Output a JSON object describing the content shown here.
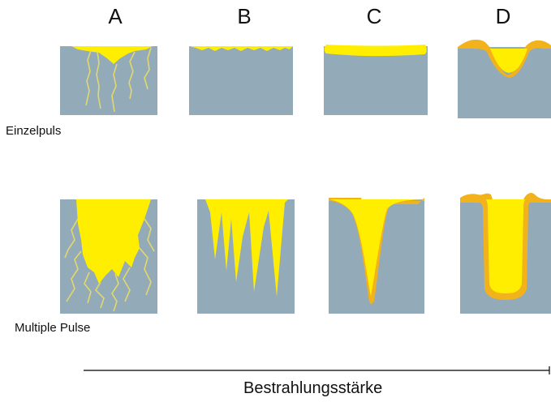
{
  "columns": [
    "A",
    "B",
    "C",
    "D"
  ],
  "rows": [
    "Einzelpuls",
    "Multiple Pulse"
  ],
  "axis": {
    "label": "Bestrahlungsstärke"
  },
  "colors": {
    "substrate": "#93abb8",
    "melt": "#ffee00",
    "resolidified": "#f2b21c",
    "crack": "#e2d86c",
    "axis": "#000000"
  }
}
